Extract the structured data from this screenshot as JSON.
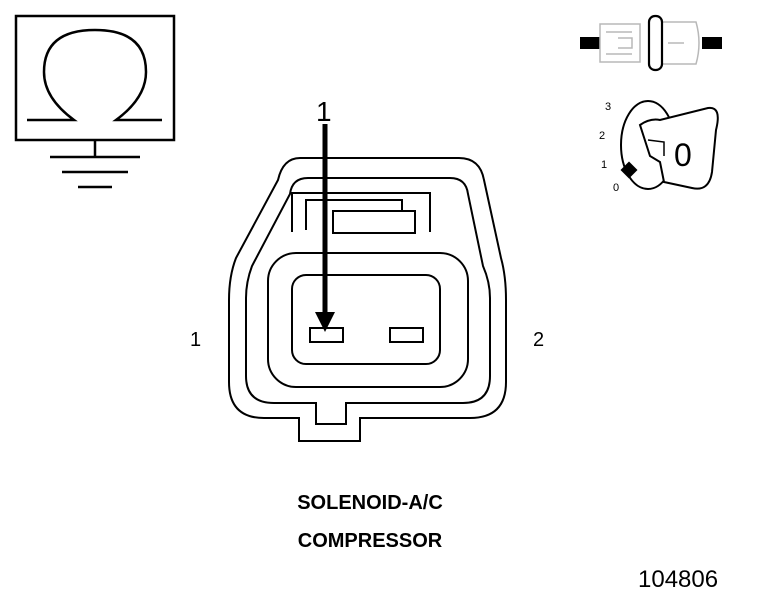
{
  "diagram": {
    "arrow_label": "1",
    "pin_labels": {
      "left": "1",
      "right": "2"
    },
    "caption_lines": [
      "SOLENOID-A/C",
      "COMPRESSOR"
    ],
    "figure_id": "104806",
    "ignition": {
      "positions": [
        "3",
        "2",
        "1",
        "0"
      ],
      "key_position": "0"
    },
    "icons": [
      "ohmmeter-ground-icon",
      "disconnected-connector-icon",
      "ignition-key-off-icon"
    ]
  }
}
